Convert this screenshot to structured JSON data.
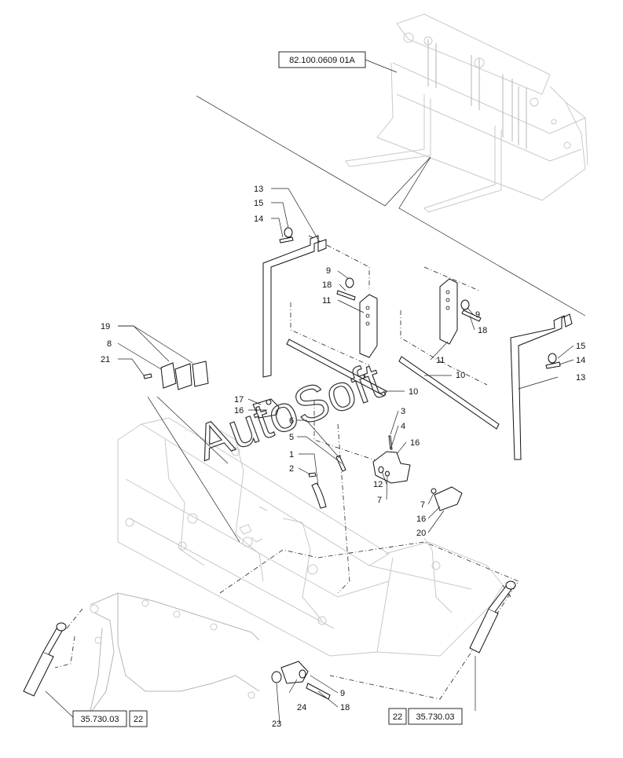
{
  "references": {
    "top": "82.100.0609 01A",
    "left_code": "35.730.03",
    "left_qty": "22",
    "right_qty": "22",
    "right_code": "35.730.03"
  },
  "watermark": "AutoSoft",
  "callouts": [
    {
      "id": "c13a",
      "text": "13"
    },
    {
      "id": "c15a",
      "text": "15"
    },
    {
      "id": "c14a",
      "text": "14"
    },
    {
      "id": "c9a",
      "text": "9"
    },
    {
      "id": "c18a",
      "text": "18"
    },
    {
      "id": "c11a",
      "text": "11"
    },
    {
      "id": "c19",
      "text": "19"
    },
    {
      "id": "c8",
      "text": "8"
    },
    {
      "id": "c21",
      "text": "21"
    },
    {
      "id": "c17",
      "text": "17"
    },
    {
      "id": "c16a",
      "text": "16"
    },
    {
      "id": "c10a",
      "text": "10"
    },
    {
      "id": "c9b",
      "text": "9"
    },
    {
      "id": "c18b",
      "text": "18"
    },
    {
      "id": "c11b",
      "text": "11"
    },
    {
      "id": "c10b",
      "text": "10"
    },
    {
      "id": "c15b",
      "text": "15"
    },
    {
      "id": "c14b",
      "text": "14"
    },
    {
      "id": "c13b",
      "text": "13"
    },
    {
      "id": "c3",
      "text": "3"
    },
    {
      "id": "c4",
      "text": "4"
    },
    {
      "id": "c16b",
      "text": "16"
    },
    {
      "id": "c6",
      "text": "6"
    },
    {
      "id": "c5",
      "text": "5"
    },
    {
      "id": "c1",
      "text": "1"
    },
    {
      "id": "c2",
      "text": "2"
    },
    {
      "id": "c12",
      "text": "12"
    },
    {
      "id": "c7a",
      "text": "7"
    },
    {
      "id": "c7b",
      "text": "7"
    },
    {
      "id": "c16c",
      "text": "16"
    },
    {
      "id": "c20",
      "text": "20"
    },
    {
      "id": "c9c",
      "text": "9"
    },
    {
      "id": "c24",
      "text": "24"
    },
    {
      "id": "c18c",
      "text": "18"
    },
    {
      "id": "c23",
      "text": "23"
    }
  ]
}
